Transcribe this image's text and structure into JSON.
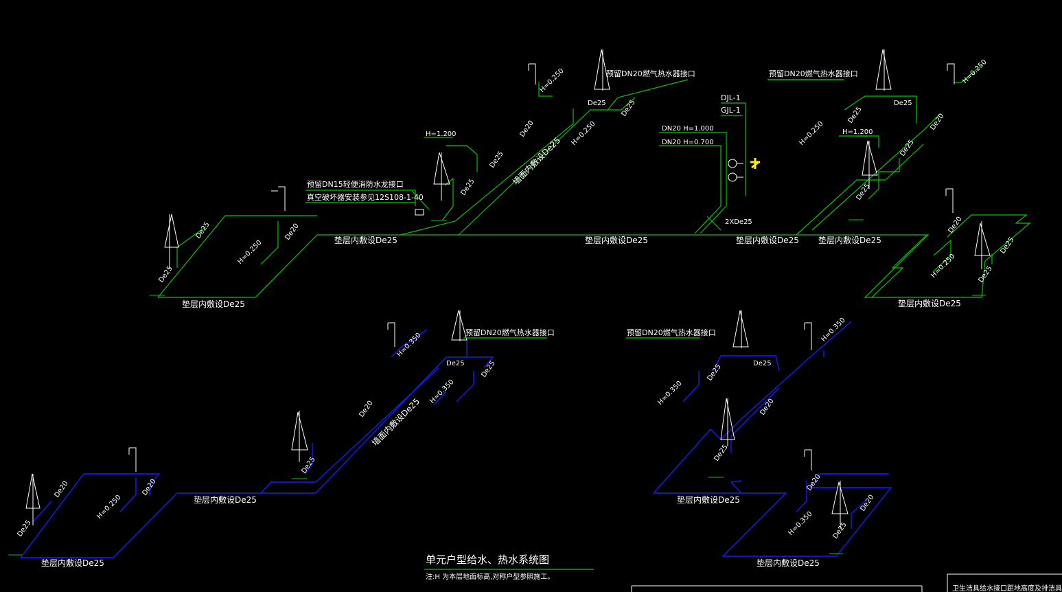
{
  "colors": {
    "background": "#000000",
    "cold_water_pipe": "#00c800",
    "hot_water_pipe": "#1a1aff",
    "text": "#ffffff",
    "highlight": "#ffee00"
  },
  "labels": {
    "floor_de25": "垫层内敷设De25",
    "wall_de25": "墙面内敷设De25",
    "de25": "De25",
    "de20": "De20",
    "h0250": "H=0.250",
    "h0350": "H=0.350",
    "h1200": "H=1.200",
    "gas_heater": "预留DN20燃气热水器接口",
    "fire_hose": "预留DN15轻便消防水龙接口",
    "vacuum_breaker": "真空破坏器安装参见12S108-1-40",
    "djl": "DJL-1",
    "gjl": "GJL-1",
    "dn20_1000": "DN20 H=1.000",
    "dn20_0700": "DN20 H=0.700",
    "two_de25": "2XDe25"
  },
  "title": {
    "main": "单元户型给水、热水系统图",
    "note": "注:H 为本层地面标高,对称户型参照施工。",
    "corner": "卫生洁具给水接口距地高度及排洁具支管管"
  }
}
